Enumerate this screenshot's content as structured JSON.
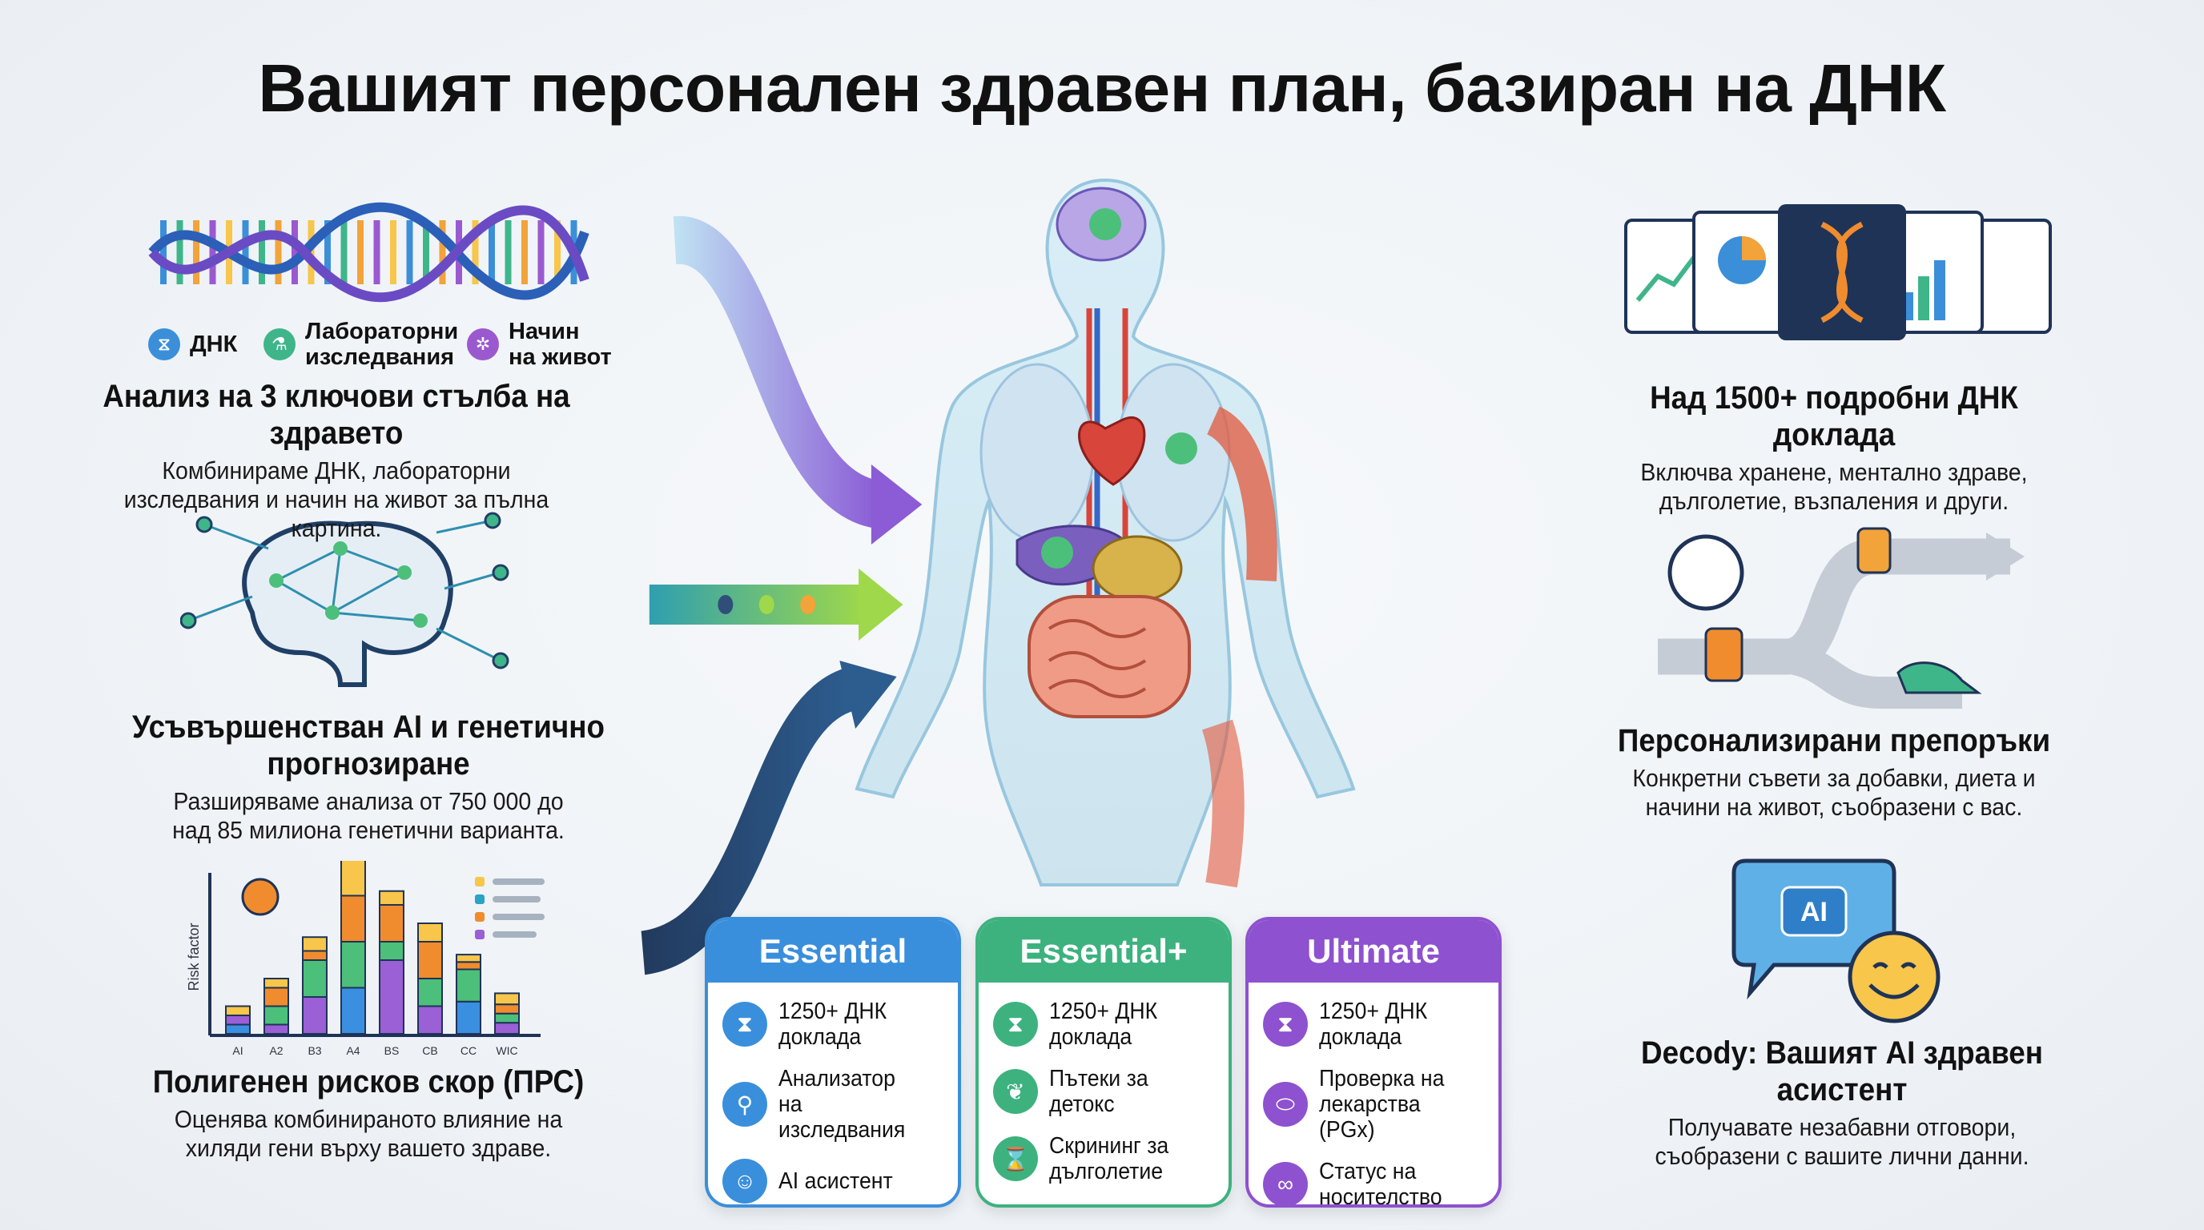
{
  "title": "Вашият персонален здравен план, базиран на ДНК",
  "left": {
    "pillars": {
      "legend": [
        {
          "label": "ДНК",
          "icon": "dna-icon",
          "color": "#3b8fd9"
        },
        {
          "label": "Лабораторни изследвания",
          "icon": "flask-icon",
          "color": "#3fb58a"
        },
        {
          "label": "Начин на живот",
          "icon": "lifestyle-icon",
          "color": "#9b59d0"
        }
      ],
      "heading": "Анализ на 3 ключови стълба на здравето",
      "text": "Комбинираме ДНК, лабораторни изследвания и начин на живот за пълна картина."
    },
    "ai": {
      "heading": "Усъвършенстван AI и генетично прогнозиране",
      "text": "Разширяваме анализа от 750 000 до над 85 милиона генетични варианта."
    },
    "prs": {
      "heading": "Полигенен рисков скор (ПРС)",
      "text": "Оценява комбинираното влияние на хиляди гени върху вашето здраве.",
      "mini_chart": {
        "ylabel": "Risk factor",
        "categories": [
          "AI",
          "A2",
          "B3",
          "A4",
          "BS",
          "CB",
          "CC",
          "WIC"
        ],
        "segment_colors": [
          "#3b8fe0",
          "#9b5fd6",
          "#4cbf7a",
          "#f08c2e",
          "#f7c64a"
        ]
      }
    }
  },
  "right": {
    "reports": {
      "heading": "Над 1500+ подробни ДНК доклада",
      "text": "Включва хранене, ментално здраве, дълголетие, възпаления и други."
    },
    "recommendations": {
      "heading": "Персонализирани препоръки",
      "text": "Конкретни съвети за добавки, диета и начини на живот, съобразени с вас."
    },
    "assistant": {
      "badge": "AI",
      "heading": "Decody: Вашият AI здравен асистент",
      "text": "Получавате незабавни отговори, съобразени с вашите лични данни."
    }
  },
  "plans": [
    {
      "name": "Essential",
      "color": "#3a8fdc",
      "features": [
        {
          "label": "1250+ ДНК доклада",
          "icon": "dna-icon"
        },
        {
          "label": "Анализатор на изследвания",
          "icon": "microscope-icon"
        },
        {
          "label": "AI асистент",
          "icon": "robot-icon"
        }
      ]
    },
    {
      "name": "Essential+",
      "color": "#3db27f",
      "features": [
        {
          "label": "1250+ ДНК доклада",
          "icon": "dna-icon"
        },
        {
          "label": "Пътеки за детокс",
          "icon": "sprout-icon"
        },
        {
          "label": "Скрининг за дълголетие",
          "icon": "hourglass-icon"
        }
      ]
    },
    {
      "name": "Ultimate",
      "color": "#8e51cf",
      "features": [
        {
          "label": "1250+ ДНК доклада",
          "icon": "dna-icon"
        },
        {
          "label": "Проверка на лекарства (PGx)",
          "icon": "pill-icon"
        },
        {
          "label": "Статус на носителство",
          "icon": "link-icon"
        }
      ]
    }
  ]
}
